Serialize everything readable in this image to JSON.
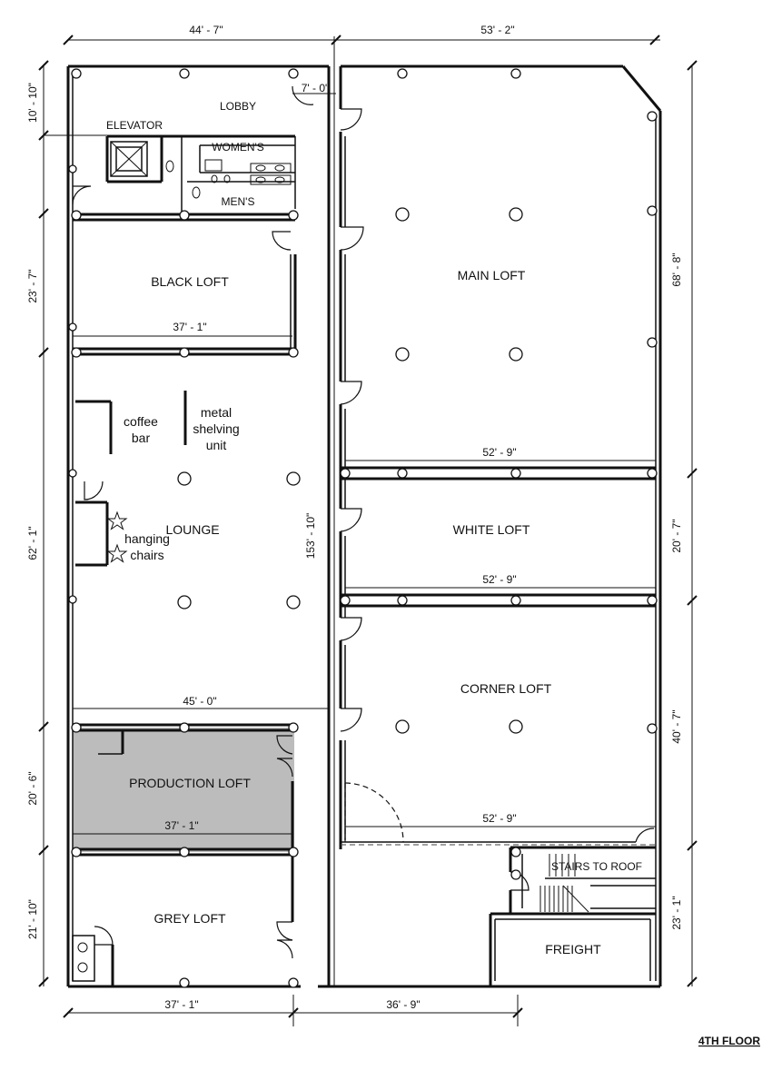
{
  "plan": {
    "sheet_title": "4TH FLOOR",
    "rooms": {
      "lobby": "LOBBY",
      "elevator": "ELEVATOR",
      "womens": "WOMEN'S",
      "mens": "MEN'S",
      "black_loft": "BLACK LOFT",
      "main_loft": "MAIN LOFT",
      "lounge": "LOUNGE",
      "white_loft": "WHITE LOFT",
      "corner_loft": "CORNER LOFT",
      "production_loft": "PRODUCTION LOFT",
      "grey_loft": "GREY LOFT",
      "freight": "FREIGHT",
      "stairs": "STAIRS TO ROOF"
    },
    "notes": {
      "coffee_1": "coffee",
      "coffee_2": "bar",
      "shelf_1": "metal",
      "shelf_2": "shelving",
      "shelf_3": "unit",
      "chairs_1": "hanging",
      "chairs_2": "chairs"
    },
    "dimensions": {
      "top_left": "44' - 7\"",
      "top_right": "53' - 2\"",
      "lobby_door": "7' - 0\"",
      "left_lobby": "10' - 10\"",
      "left_black": "23' - 7\"",
      "left_lounge": "62' - 1\"",
      "left_production": "20' - 6\"",
      "left_grey": "21' - 10\"",
      "right_main": "68' - 8\"",
      "right_white": "20' - 7\"",
      "right_corner": "40' - 7\"",
      "right_freight": "23' - 1\"",
      "corridor": "153' - 10\"",
      "black_width": "37' - 1\"",
      "main_width": "52' - 9\"",
      "white_width": "52' - 9\"",
      "lounge_width": "45' - 0\"",
      "production_width": "37' - 1\"",
      "corner_width": "52' - 9\"",
      "bottom_left": "37' - 1\"",
      "bottom_right": "36' - 9\""
    },
    "colors": {
      "wall": "#111111",
      "production_fill": "#bcbcbc",
      "background": "#ffffff"
    }
  }
}
